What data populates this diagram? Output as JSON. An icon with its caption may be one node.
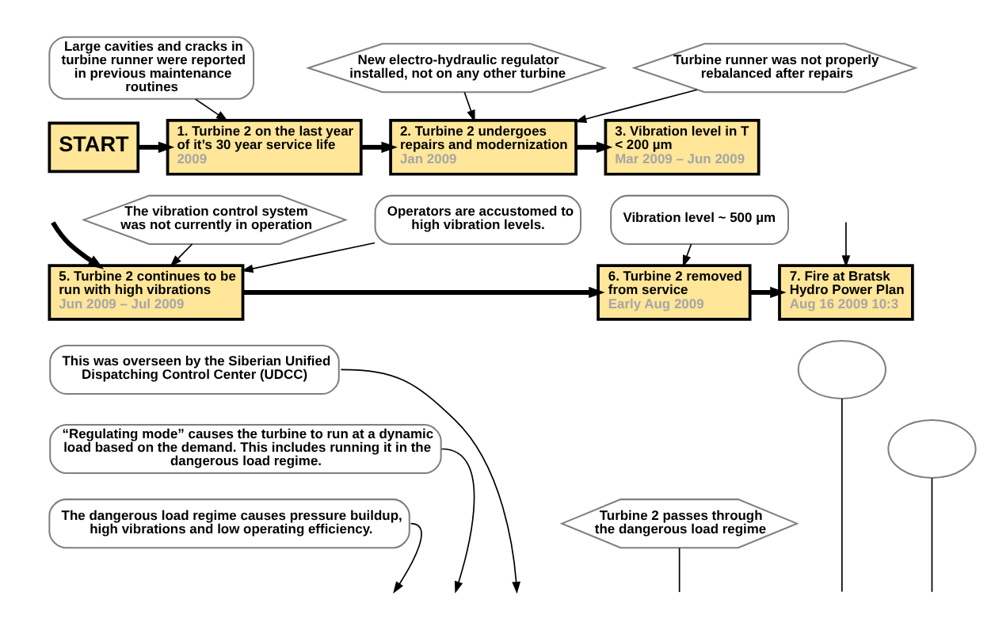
{
  "diagram": {
    "nodes": [
      {
        "text": [
          "START"
        ]
      },
      {
        "text": [
          "1. Turbine 2 on the last year of it’s 30 year service life",
          "2009"
        ]
      },
      {
        "text": [
          "Large cavities and cracks in turbine runner were reported in previous maintenance routines"
        ]
      },
      {
        "text": [
          "2. Turbine 2 undergoes repairs and modernization",
          "Jan 2009"
        ]
      },
      {
        "text": [
          "New electro-hydraulic regulator installed, not on any other turbine"
        ]
      },
      {
        "text": [
          "Turbine runner was not properly rebalanced after repairs"
        ]
      },
      {
        "text": [
          "3. Vibration level in T < 200 µm",
          "Mar 2009 – Jun 2009"
        ]
      },
      {
        "text": [
          "The vibration control system was not currently in operation"
        ]
      },
      {
        "text": [
          "Operators are accustomed to high vibration levels."
        ]
      },
      {
        "text": [
          "5. Turbine 2 continues to be run with high vibrations",
          "Jun 2009 – Jul 2009"
        ]
      },
      {
        "text": [
          "Vibration level ~ 500 µm"
        ]
      },
      {
        "text": [
          "6. Turbine 2 removed from service",
          "Early Aug 2009"
        ]
      },
      {
        "text": [
          "7. Fire at Bratsk Hydro Power Plan",
          "Aug 16 2009 10:3"
        ]
      },
      {
        "text": [
          "This was overseen by the Siberian Unified Dispatching Control Center (UDCC)"
        ]
      },
      {
        "text": [
          "“Regulating mode” causes the turbine to run at a dynamic load based on the demand. This includes running it in the dangerous load regime."
        ]
      },
      {
        "text": [
          "The dangerous load regime causes pressure buildup, high vibrations and low operating efficiency."
        ]
      },
      {
        "text": [
          "Turbine 2 passes through the dangerous load regime"
        ]
      },
      {
        "text": [],
        "shape": "ellipse"
      },
      {
        "text": [],
        "shape": "ellipse"
      }
    ],
    "edges": [
      {
        "from": 0,
        "to": 1,
        "arrow": "to",
        "style": "thick"
      },
      {
        "from": 2,
        "to": 1,
        "arrow": "to"
      },
      {
        "from": 1,
        "to": 3,
        "arrow": "to",
        "style": "thick"
      },
      {
        "from": 4,
        "to": 3,
        "arrow": "to"
      },
      {
        "from": 5,
        "to": 3,
        "arrow": "to"
      },
      {
        "from": 3,
        "to": 6,
        "arrow": "to",
        "style": "thick"
      },
      {
        "from": null,
        "to": 9,
        "arrow": "to",
        "style": "thick"
      },
      {
        "from": 7,
        "to": 9,
        "arrow": "to"
      },
      {
        "from": 8,
        "to": 9,
        "arrow": "to"
      },
      {
        "from": 9,
        "to": 11,
        "arrow": "to",
        "style": "thick"
      },
      {
        "from": 10,
        "to": 11,
        "arrow": "to"
      },
      {
        "from": 11,
        "to": 12,
        "arrow": "to",
        "style": "thick"
      },
      {
        "from": null,
        "to": 12,
        "arrow": "to"
      },
      {
        "from": 13,
        "to": null,
        "arrow": "to"
      },
      {
        "from": 14,
        "to": null,
        "arrow": "to"
      },
      {
        "from": 15,
        "to": null,
        "arrow": "to"
      },
      {
        "from": 16,
        "to": null,
        "arrow": "none"
      },
      {
        "from": 17,
        "to": null,
        "arrow": "none"
      },
      {
        "from": 18,
        "to": null,
        "arrow": "none"
      }
    ]
  }
}
